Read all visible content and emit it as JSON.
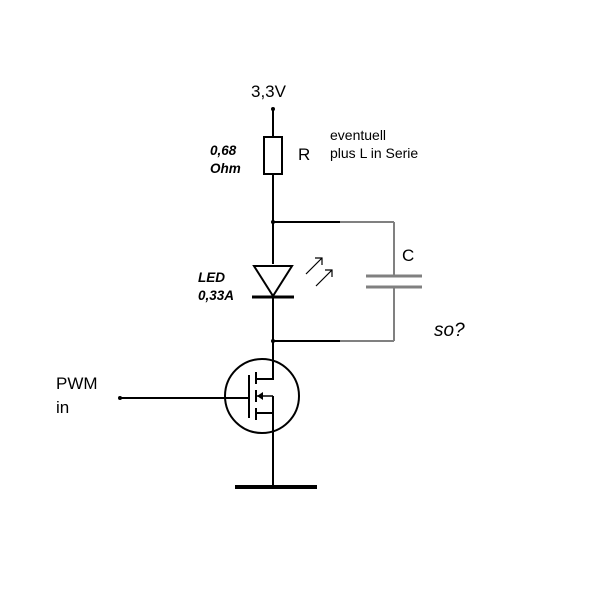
{
  "labels": {
    "supply_voltage": "3,3V",
    "resistor_value_line1": "0,68",
    "resistor_value_line2": "Ohm",
    "resistor_name": "R",
    "note_line1": "eventuell",
    "note_line2": "plus L in Serie",
    "led_line1": "LED",
    "led_line2": "0,33A",
    "capacitor_name": "C",
    "question": "so?",
    "pwm_line1": "PWM",
    "pwm_line2": "in"
  },
  "colors": {
    "wire": "#000000",
    "added_wire": "#808080",
    "background": "#ffffff"
  }
}
